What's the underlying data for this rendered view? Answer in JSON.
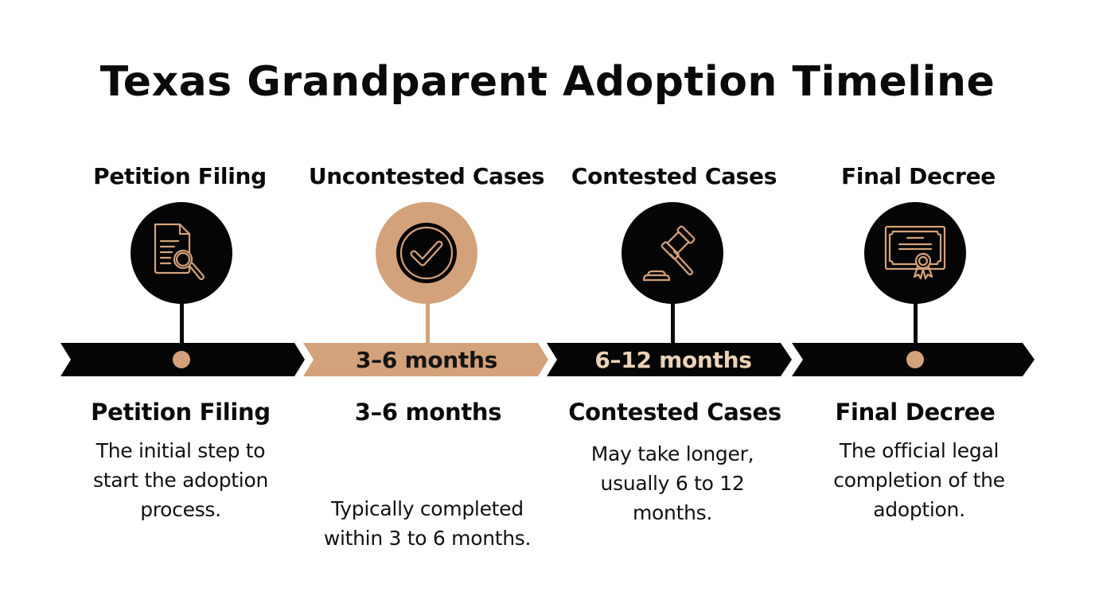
{
  "title": "Texas Grandparent Adoption Timeline",
  "colors": {
    "accent_tan": "#D3A27A",
    "dark": "#050505",
    "cream_text": "#EBD3B8",
    "background": "#FFFFFF"
  },
  "stages": [
    {
      "top_label": "Petition Filing",
      "icon": "document-search-icon",
      "band_label": "",
      "band_style": "dark-with-dot",
      "heading": "Petition Filing",
      "description": "The initial step to start the adoption process.",
      "description_lines": [
        "The initial step to",
        "start the adoption",
        "process."
      ]
    },
    {
      "top_label": "Uncontested Cases",
      "icon": "checkmark-circle-icon",
      "band_label": "3–6 months",
      "band_style": "tan",
      "heading": "3–6 months",
      "description": "Typically completed within 3 to 6 months.",
      "description_lines": [
        "Typically completed",
        "within 3 to 6 months."
      ]
    },
    {
      "top_label": "Contested Cases",
      "icon": "gavel-icon",
      "band_label": "6–12 months",
      "band_style": "dark",
      "heading": "Contested Cases",
      "description": "May take longer, usually 6 to 12 months.",
      "description_lines": [
        "May take longer,",
        "usually 6 to 12",
        "months."
      ]
    },
    {
      "top_label": "Final Decree",
      "icon": "certificate-icon",
      "band_label": "",
      "band_style": "dark-with-dot",
      "heading": "Final Decree",
      "description": "The official legal completion of the adoption.",
      "description_lines": [
        "The official legal",
        "completion of the",
        "adoption."
      ]
    }
  ]
}
